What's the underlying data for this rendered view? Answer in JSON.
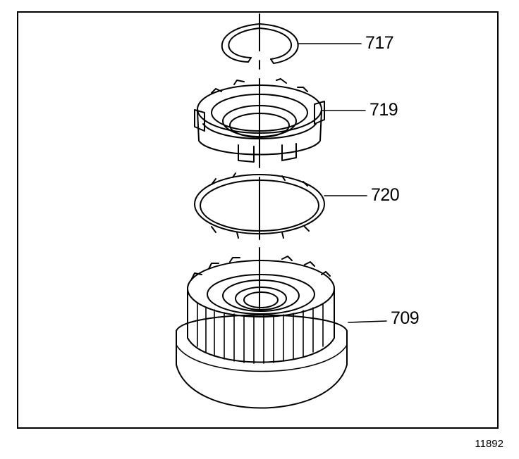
{
  "callouts": {
    "snap_ring": "717",
    "flange_cage": "719",
    "inner_ring": "720",
    "drum_housing": "709"
  },
  "figure_number": "11892",
  "colors": {
    "line": "#000000",
    "background": "#ffffff"
  }
}
